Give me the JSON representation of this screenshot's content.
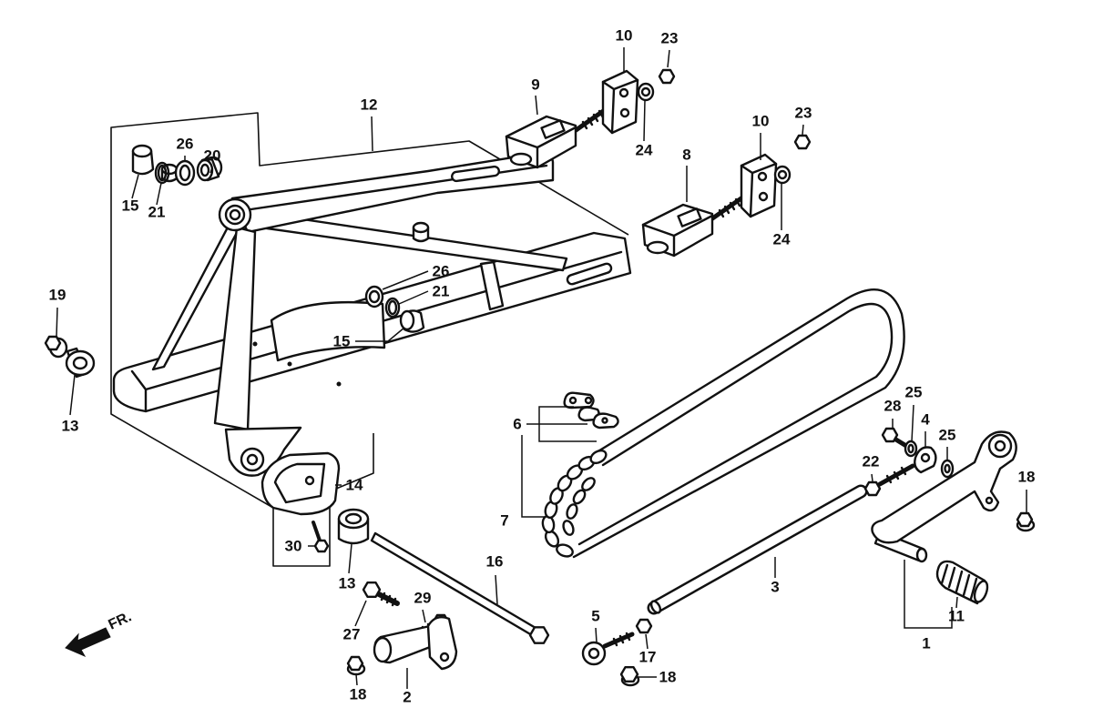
{
  "diagram": {
    "direction_label": "FR."
  },
  "callouts": [
    {
      "label": "10"
    },
    {
      "label": "23"
    },
    {
      "label": "9"
    },
    {
      "label": "24"
    },
    {
      "label": "12"
    },
    {
      "label": "10"
    },
    {
      "label": "23"
    },
    {
      "label": "26"
    },
    {
      "label": "20"
    },
    {
      "label": "15"
    },
    {
      "label": "21"
    },
    {
      "label": "8"
    },
    {
      "label": "24"
    },
    {
      "label": "26"
    },
    {
      "label": "21"
    },
    {
      "label": "15"
    },
    {
      "label": "19"
    },
    {
      "label": "13"
    },
    {
      "label": "6"
    },
    {
      "label": "28"
    },
    {
      "label": "25"
    },
    {
      "label": "4"
    },
    {
      "label": "25"
    },
    {
      "label": "22"
    },
    {
      "label": "14"
    },
    {
      "label": "18"
    },
    {
      "label": "7"
    },
    {
      "label": "30"
    },
    {
      "label": "13"
    },
    {
      "label": "16"
    },
    {
      "label": "3"
    },
    {
      "label": "29"
    },
    {
      "label": "27"
    },
    {
      "label": "5"
    },
    {
      "label": "11"
    },
    {
      "label": "17"
    },
    {
      "label": "18"
    },
    {
      "label": "1"
    },
    {
      "label": "18"
    },
    {
      "label": "2"
    }
  ]
}
